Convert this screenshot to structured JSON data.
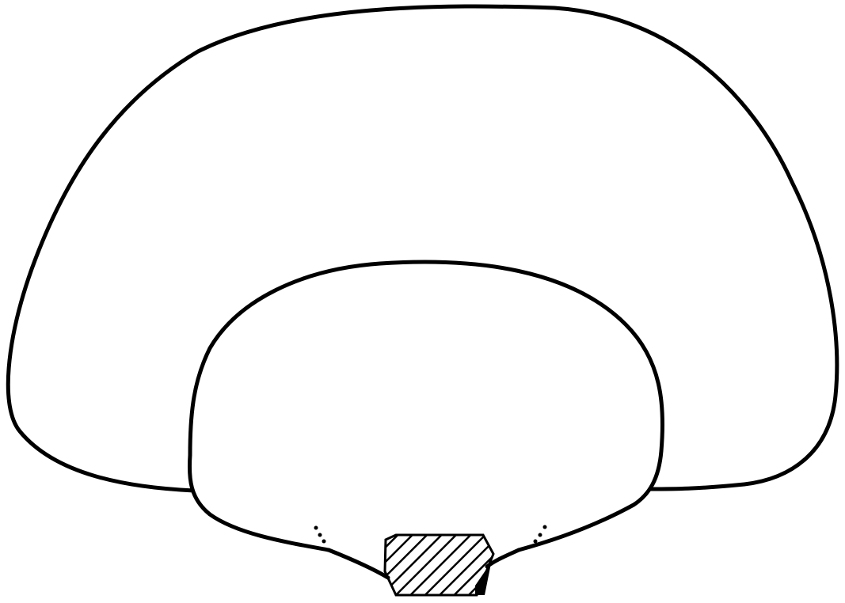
{
  "figure": {
    "type": "line-drawing",
    "stroke_color": "#000000",
    "background_color": "#ffffff",
    "parts": [
      "outer-lobe",
      "inner-lobe",
      "hatched-stem",
      "junction-dots"
    ]
  }
}
